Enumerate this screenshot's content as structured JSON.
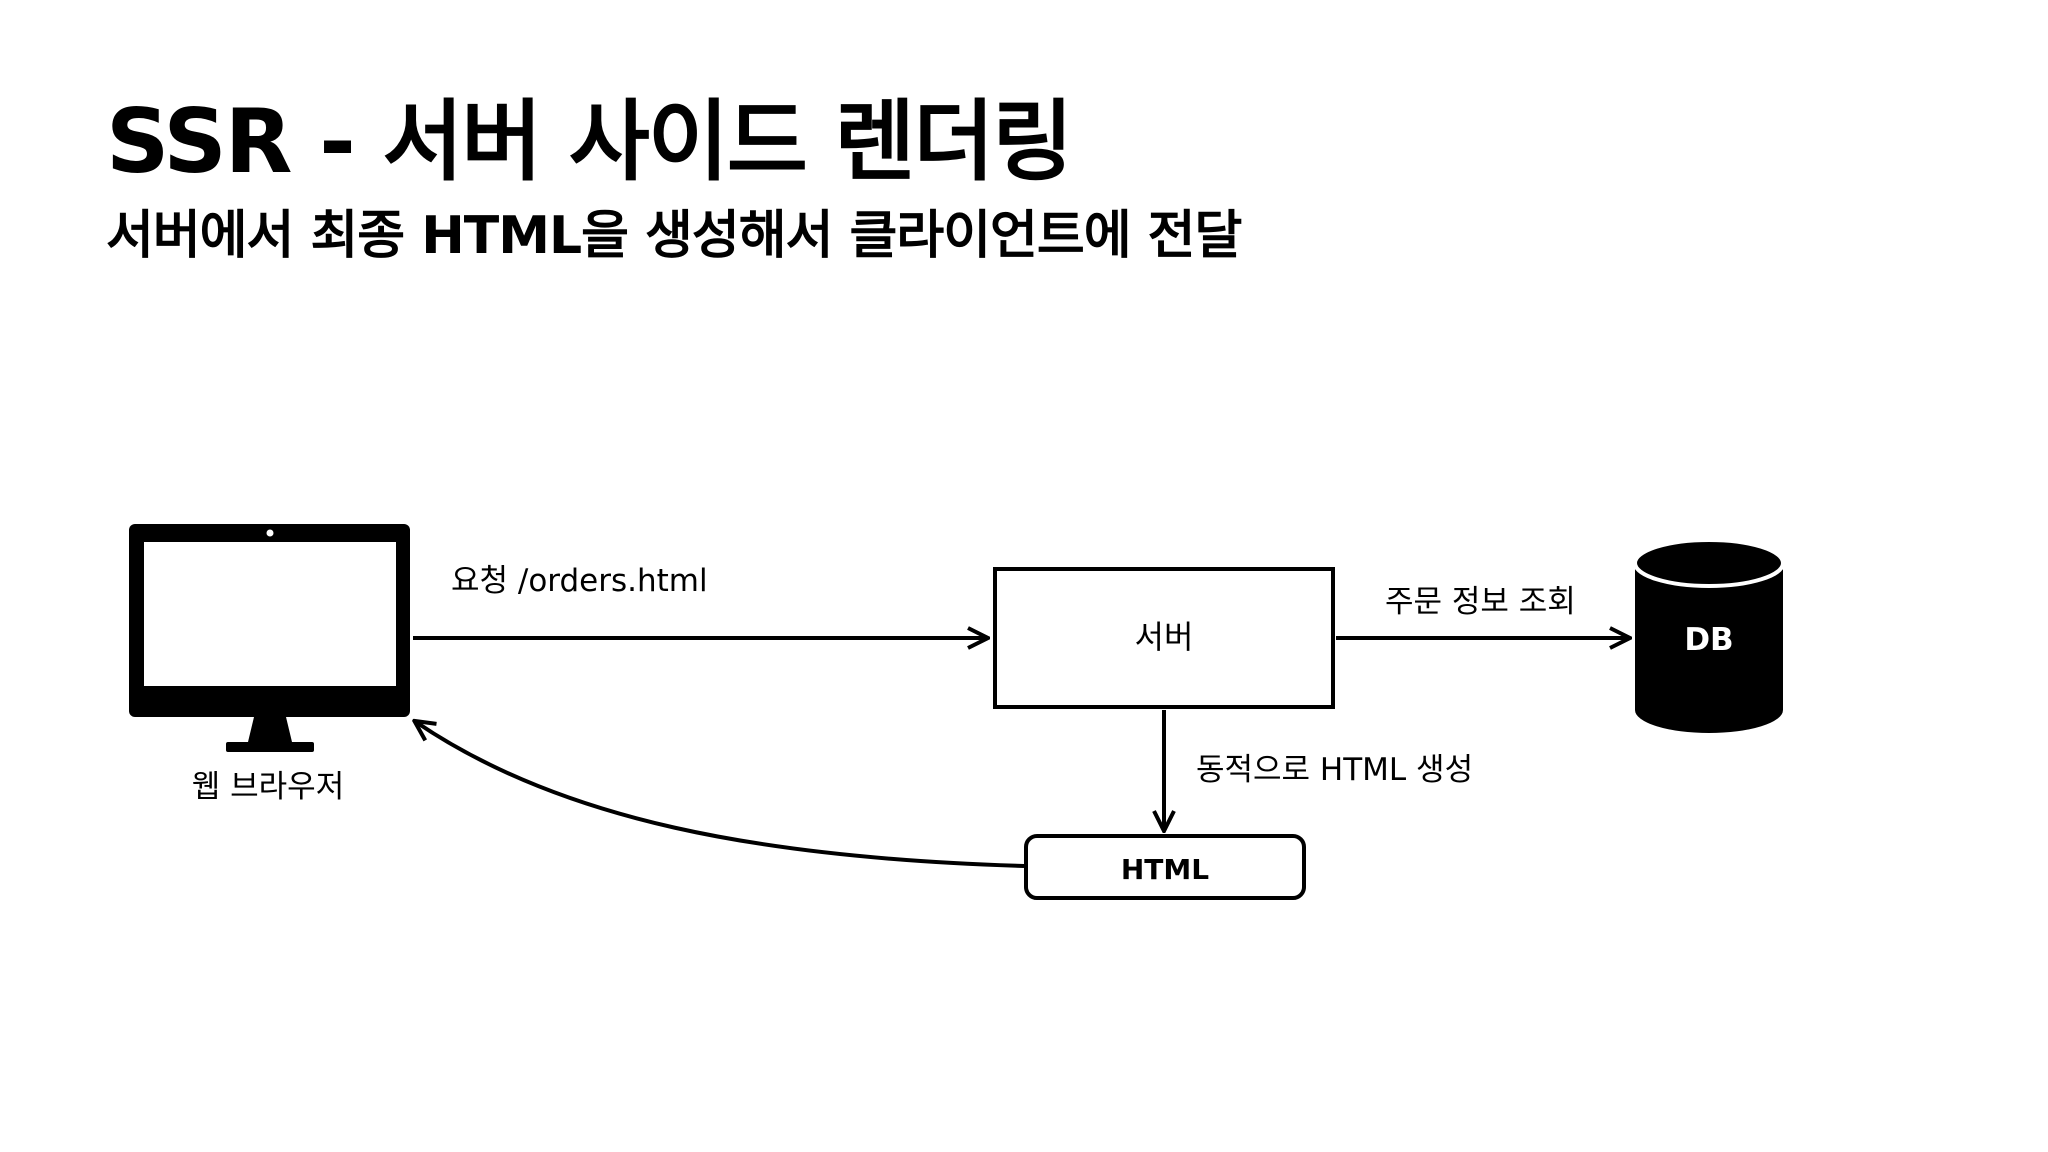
{
  "slide": {
    "title": "SSR - 서버 사이드 렌더링",
    "subtitle": "서버에서 최종 HTML을 생성해서 클라이언트에 전달"
  },
  "diagram": {
    "nodes": {
      "browser_label": "웹 브라우저",
      "server_label": "서버",
      "db_label": "DB",
      "html_label": "HTML"
    },
    "edges": {
      "request_label": "요청 /orders.html",
      "query_label": "주문 정보 조회",
      "generate_label": "동적으로 HTML 생성"
    }
  }
}
